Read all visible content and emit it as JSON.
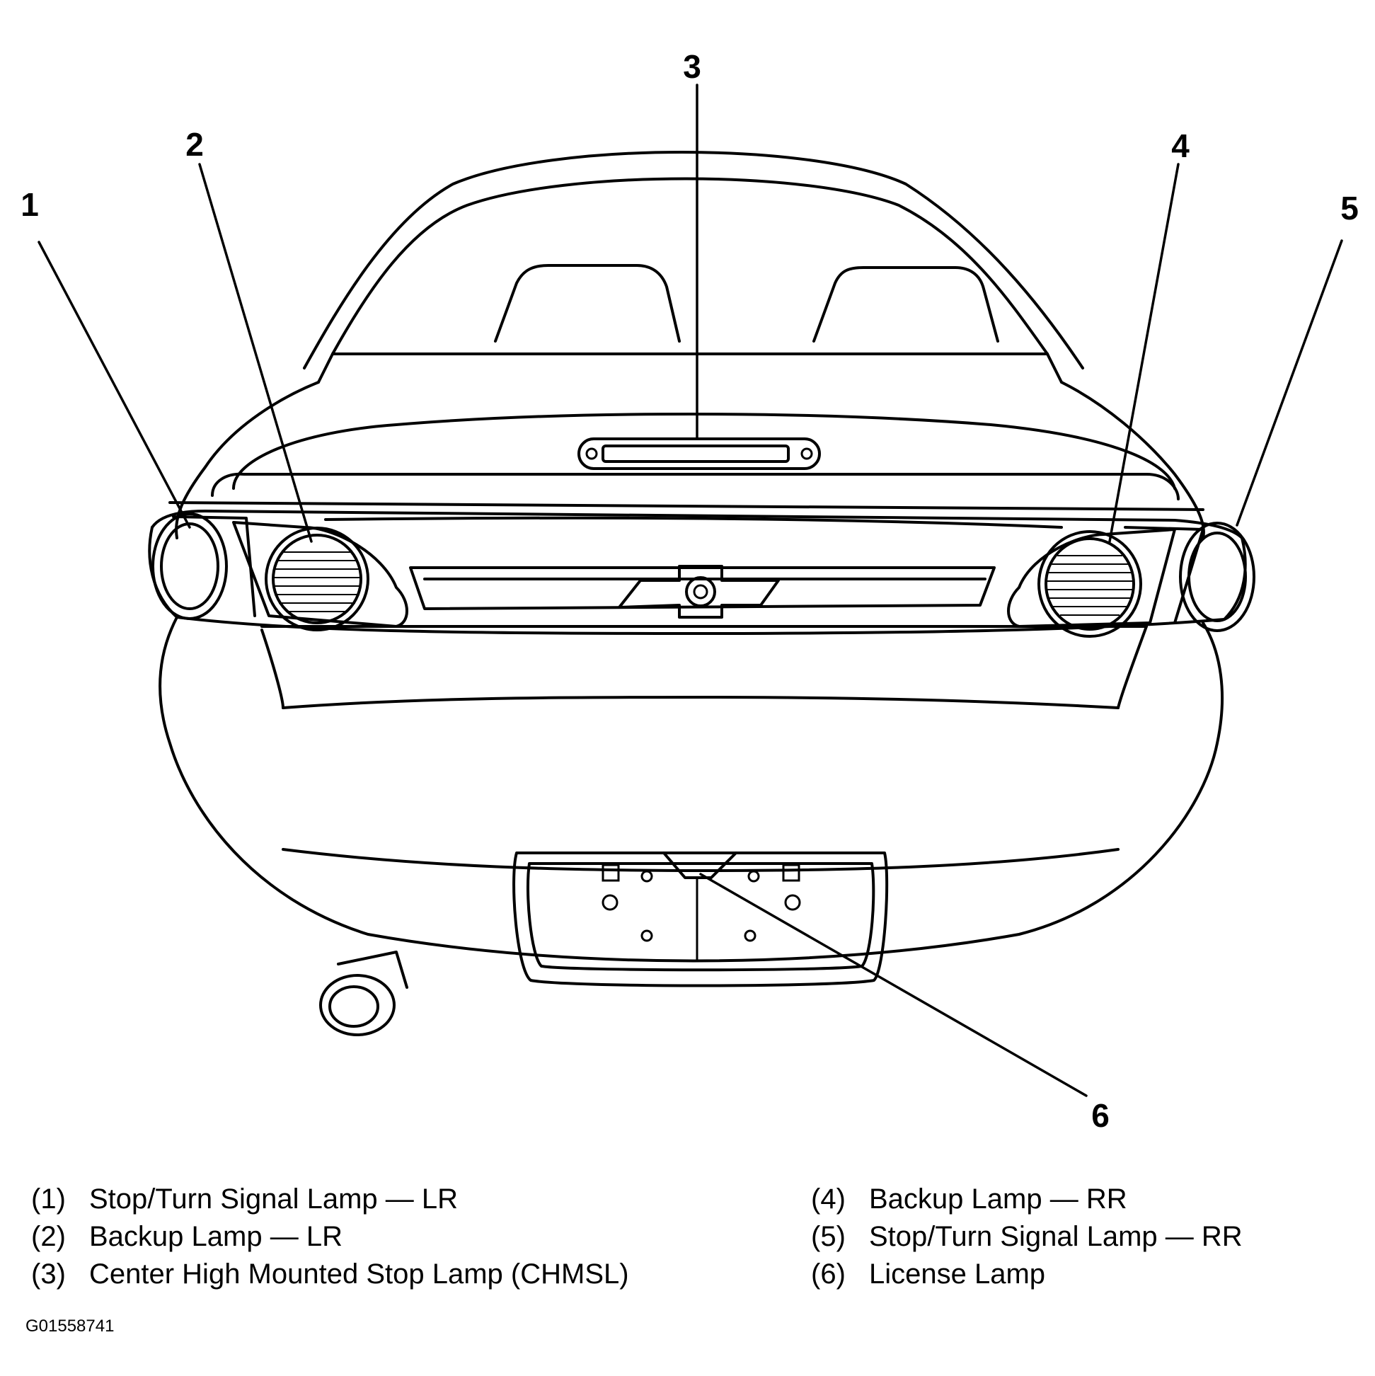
{
  "callouts": [
    "1",
    "2",
    "3",
    "4",
    "5",
    "6"
  ],
  "legend": {
    "left": [
      {
        "num": "(1)",
        "label": "Stop/Turn Signal Lamp — LR"
      },
      {
        "num": "(2)",
        "label": "Backup Lamp — LR"
      },
      {
        "num": "(3)",
        "label": "Center High Mounted Stop Lamp (CHMSL)"
      }
    ],
    "right": [
      {
        "num": "(4)",
        "label": "Backup Lamp — RR"
      },
      {
        "num": "(5)",
        "label": "Stop/Turn Signal Lamp — RR"
      },
      {
        "num": "(6)",
        "label": "License Lamp"
      }
    ]
  },
  "figure_id": "G01558741"
}
